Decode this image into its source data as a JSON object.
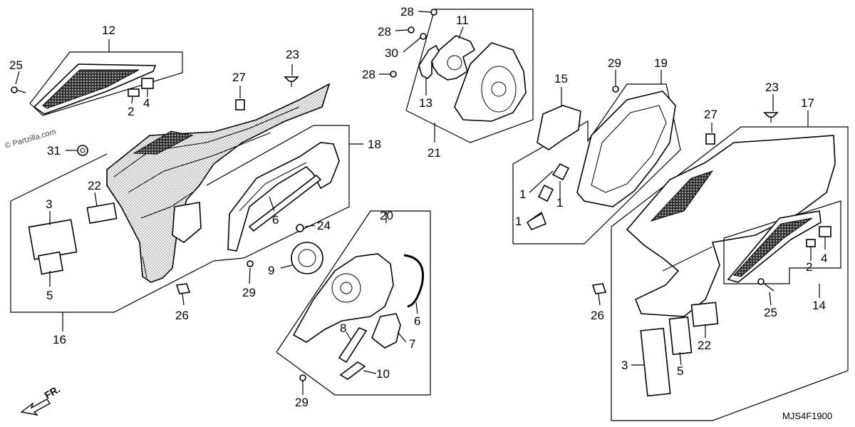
{
  "watermark": "© Partzilla.com",
  "diagram_code": "MJS4F1900",
  "front_indicator": "FR.",
  "callouts": {
    "c1": "1",
    "c2": "1",
    "c3": "1",
    "c2a": "2",
    "c2b": "2",
    "c3a": "3",
    "c3b": "3",
    "c4a": "4",
    "c4b": "4",
    "c5a": "5",
    "c5b": "5",
    "c6a": "6",
    "c6b": "6",
    "c7": "7",
    "c8": "8",
    "c9": "9",
    "c10": "10",
    "c11": "11",
    "c12": "12",
    "c13": "13",
    "c14": "14",
    "c15": "15",
    "c16": "16",
    "c17": "17",
    "c18": "18",
    "c19": "19",
    "c20": "20",
    "c21": "21",
    "c22a": "22",
    "c22b": "22",
    "c23a": "23",
    "c23b": "23",
    "c24": "24",
    "c25a": "25",
    "c25b": "25",
    "c26a": "26",
    "c26b": "26",
    "c27a": "27",
    "c27b": "27",
    "c28a": "28",
    "c28b": "28",
    "c28c": "28",
    "c29a": "29",
    "c29b": "29",
    "c29c": "29",
    "c30": "30",
    "c31": "31"
  }
}
